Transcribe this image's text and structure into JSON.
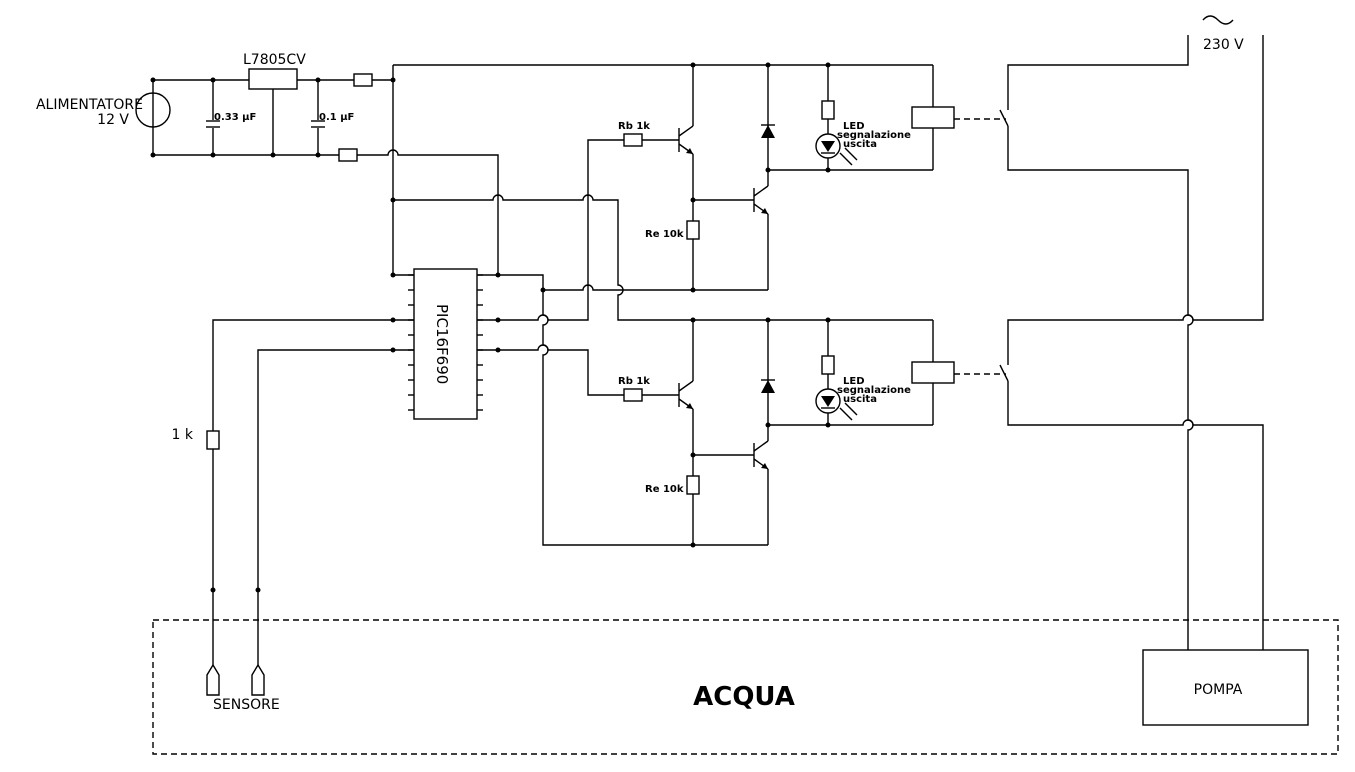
{
  "diagram": {
    "power": {
      "source_label_1": "ALIMENTATORE",
      "source_label_2": "12 V",
      "regulator_label": "L7805CV",
      "cap1_label": "0.33 µF",
      "cap2_label": "0.1 µF"
    },
    "mcu": {
      "label": "PIC16F690"
    },
    "sensor": {
      "resistor_label": "1 k",
      "label": "SENSORE"
    },
    "channels": [
      {
        "rb_label": "Rb 1k",
        "re_label": "Re 10k",
        "led_label_1": "LED",
        "led_label_2": "segnalazione",
        "led_label_3": "uscita"
      },
      {
        "rb_label": "Rb 1k",
        "re_label": "Re 10k",
        "led_label_1": "LED",
        "led_label_2": "segnalazione",
        "led_label_3": "uscita"
      }
    ],
    "mains": {
      "symbol": "~",
      "label": "230 V"
    },
    "water": {
      "label": "ACQUA"
    },
    "pump": {
      "label": "POMPA"
    }
  }
}
